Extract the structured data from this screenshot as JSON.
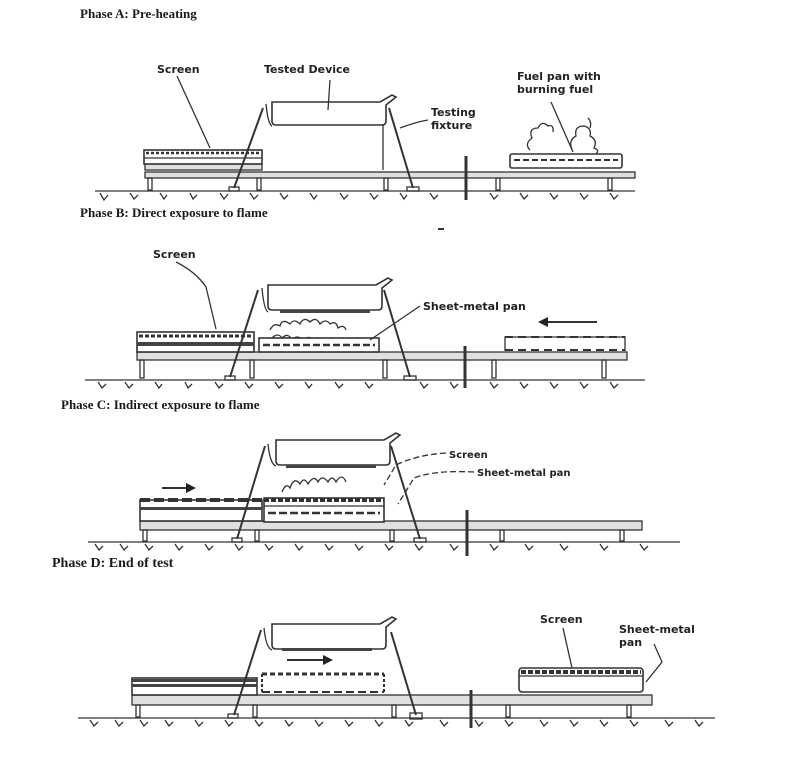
{
  "phases": [
    {
      "id": "A",
      "title": "Phase A: Pre-heating",
      "labels": {
        "screen": "Screen",
        "tested_device": "Tested Device",
        "testing_fixture_line1": "Testing",
        "testing_fixture_line2": "fixture",
        "fuel_pan_line1": "Fuel pan with",
        "fuel_pan_line2": "burning fuel"
      }
    },
    {
      "id": "B",
      "title": "Phase B: Direct exposure to flame",
      "labels": {
        "screen": "Screen",
        "sheet_metal_pan": "Sheet-metal pan"
      },
      "motion": "left"
    },
    {
      "id": "C",
      "title": "Phase C: Indirect exposure to flame",
      "labels": {
        "screen": "Screen",
        "sheet_metal_pan": "Sheet-metal pan"
      },
      "motion": "right"
    },
    {
      "id": "D",
      "title": "Phase D: End of test",
      "labels": {
        "screen": "Screen",
        "sheet_metal_pan_line1": "Sheet-metal",
        "sheet_metal_pan_line2": "pan"
      },
      "motion": "right"
    }
  ]
}
